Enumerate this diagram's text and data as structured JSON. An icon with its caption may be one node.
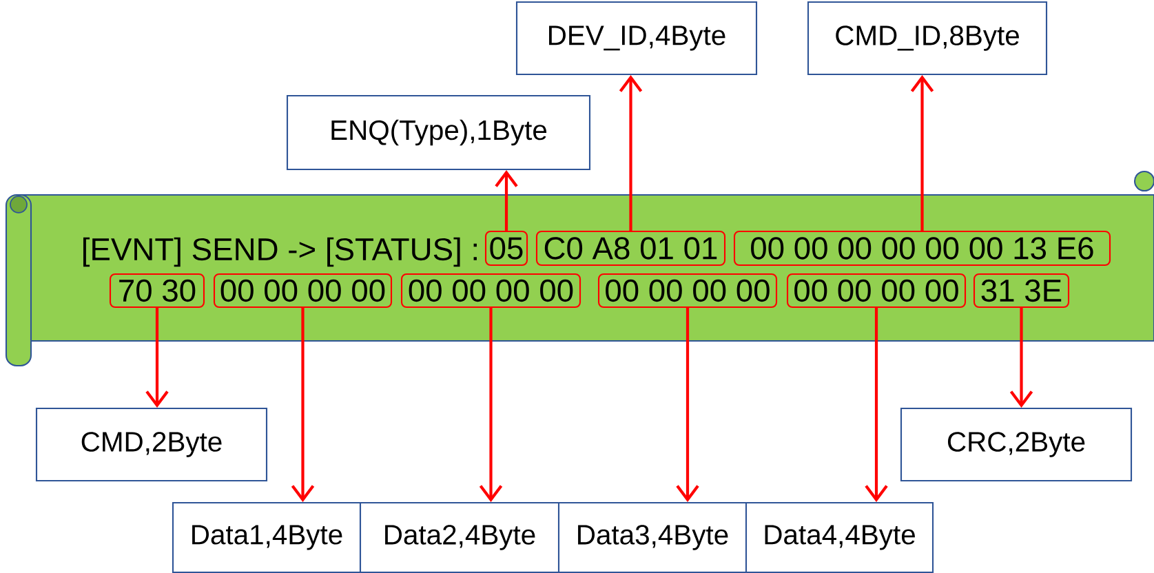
{
  "diagram": {
    "nodes": [
      {
        "text": [
          "DEV_ID,4Byte"
        ]
      },
      {
        "text": [
          "CMD_ID,8Byte"
        ]
      },
      {
        "text": [
          "ENQ(Type),1Byte"
        ]
      },
      {
        "text": [
          "[EVNT] SEND -> [STATUS] :"
        ]
      },
      {
        "text": [
          "05"
        ],
        "in": 3
      },
      {
        "text": [
          "C0 A8 01 01"
        ],
        "in": 3
      },
      {
        "text": [
          "00 00 00 00 00 00 13 E6"
        ],
        "in": 3
      },
      {
        "text": [
          "70 30"
        ],
        "in": 3
      },
      {
        "text": [
          "00 00 00 00"
        ],
        "in": 3
      },
      {
        "text": [
          "00 00 00 00"
        ],
        "in": 3
      },
      {
        "text": [
          "00 00 00 00"
        ],
        "in": 3
      },
      {
        "text": [
          "00 00 00 00"
        ],
        "in": 3
      },
      {
        "text": [
          "31 3E"
        ],
        "in": 3
      },
      {
        "text": [
          "CMD,2Byte"
        ]
      },
      {
        "text": [
          "CRC,2Byte"
        ]
      },
      {
        "text": [
          "Data1,4Byte"
        ]
      },
      {
        "text": [
          "Data2,4Byte"
        ]
      },
      {
        "text": [
          "Data3,4Byte"
        ]
      },
      {
        "text": [
          "Data4,4Byte"
        ]
      }
    ],
    "edges": [
      {
        "from": 4,
        "to": 2,
        "arrow": "to"
      },
      {
        "from": 5,
        "to": 0,
        "arrow": "to"
      },
      {
        "from": 6,
        "to": 1,
        "arrow": "to"
      },
      {
        "from": 7,
        "to": 13,
        "arrow": "to"
      },
      {
        "from": 8,
        "to": 15,
        "arrow": "to"
      },
      {
        "from": 9,
        "to": 16,
        "arrow": "to"
      },
      {
        "from": 10,
        "to": 17,
        "arrow": "to"
      },
      {
        "from": 11,
        "to": 18,
        "arrow": "to"
      },
      {
        "from": 12,
        "to": 14,
        "arrow": "to"
      }
    ]
  }
}
